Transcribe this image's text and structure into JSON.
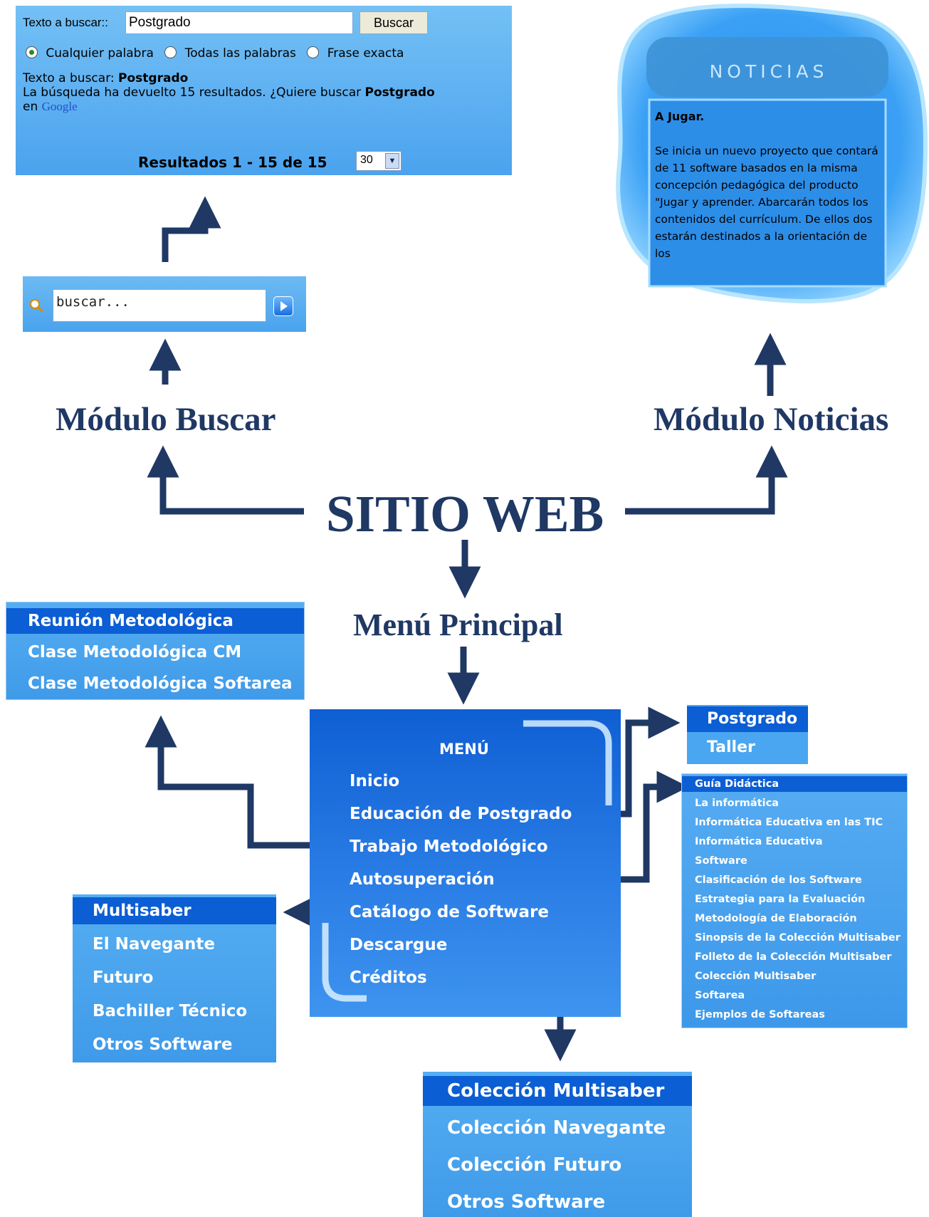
{
  "search_results": {
    "query_label": "Texto a buscar::",
    "query_value": "Postgrado",
    "button": "Buscar",
    "options": [
      "Cualquier palabra",
      "Todas las palabras",
      "Frase exacta"
    ],
    "summary_label": "Texto a buscar:",
    "summary_value": "Postgrado",
    "result_text_1": "La búsqueda ha devuelto 15 resultados. ¿Quiere buscar",
    "result_bold": "Postgrado",
    "result_text_2": "en",
    "google": "Google",
    "pagination": "Resultados 1 - 15 de 15",
    "per_page": "30"
  },
  "search_box": {
    "placeholder": "buscar..."
  },
  "news": {
    "title": "NOTICIAS",
    "headline": "A Jugar.",
    "body": "Se inicia un nuevo proyecto que contará de 11 software basados en la misma concepción pedagógica del producto \"Jugar y aprender. Abarcarán todos los contenidos del currículum. De ellos dos estarán destinados a la orientación de los"
  },
  "labels": {
    "modulo_buscar": "Módulo Buscar",
    "modulo_noticias": "Módulo Noticias",
    "sitio_web": "SITIO WEB",
    "menu_principal": "Menú Principal"
  },
  "metodologico": [
    "Reunión Metodológica",
    "Clase Metodológica CM",
    "Clase Metodológica Softarea"
  ],
  "main_menu": {
    "title": "MENÚ",
    "items": [
      "Inicio",
      "Educación de Postgrado",
      "Trabajo Metodológico",
      "Autosuperación",
      "Catálogo de Software",
      "Descargue",
      "Créditos"
    ]
  },
  "postgrado": [
    "Postgrado",
    "Taller"
  ],
  "autosuperacion": [
    "Guía Didáctica",
    "La informática",
    "Informática Educativa en las TIC",
    "Informática Educativa",
    "Software",
    "Clasificación de los Software",
    "Estrategia para la Evaluación",
    "Metodología de Elaboración",
    "Sinopsis de la Colección Multisaber",
    "Folleto de la Colección Multisaber",
    "Colección Multisaber",
    "Softarea",
    "Ejemplos de Softareas"
  ],
  "catalogo": [
    "Multisaber",
    "El Navegante",
    "Futuro",
    "Bachiller Técnico",
    "Otros Software"
  ],
  "descargue": [
    "Colección Multisaber",
    "Colección Navegante",
    "Colección Futuro",
    "Otros Software"
  ],
  "colors": {
    "arrow": "#1f3864",
    "menu_blue": "#4aa6f0",
    "selected": "#0b5ed3"
  }
}
